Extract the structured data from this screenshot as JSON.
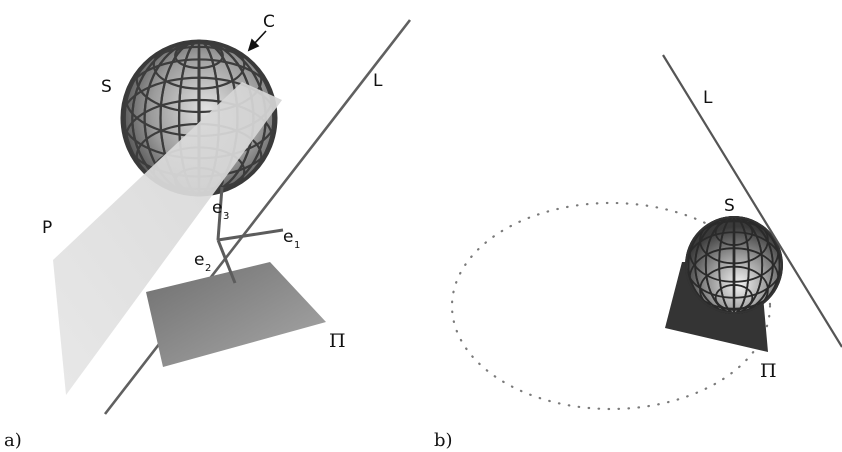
{
  "panel_a": {
    "caption": "a)",
    "labels": {
      "C": "C",
      "S": "S",
      "L": "L",
      "P": "P",
      "Pi": "Π",
      "e1_base": "e",
      "e1_sub": "1",
      "e2_base": "e",
      "e2_sub": "2",
      "e3_base": "e",
      "e3_sub": "3"
    }
  },
  "panel_b": {
    "caption": "b)",
    "labels": {
      "S": "S",
      "L": "L",
      "Pi": "Π"
    }
  },
  "colors": {
    "sphere_wire": "#4a4a4a",
    "line_L": "#555555",
    "plane_P": "#e2e2e2",
    "plane_Pi": "#8a8a8a",
    "plane_Pi_dark": "#333333",
    "dots": "#777777"
  }
}
